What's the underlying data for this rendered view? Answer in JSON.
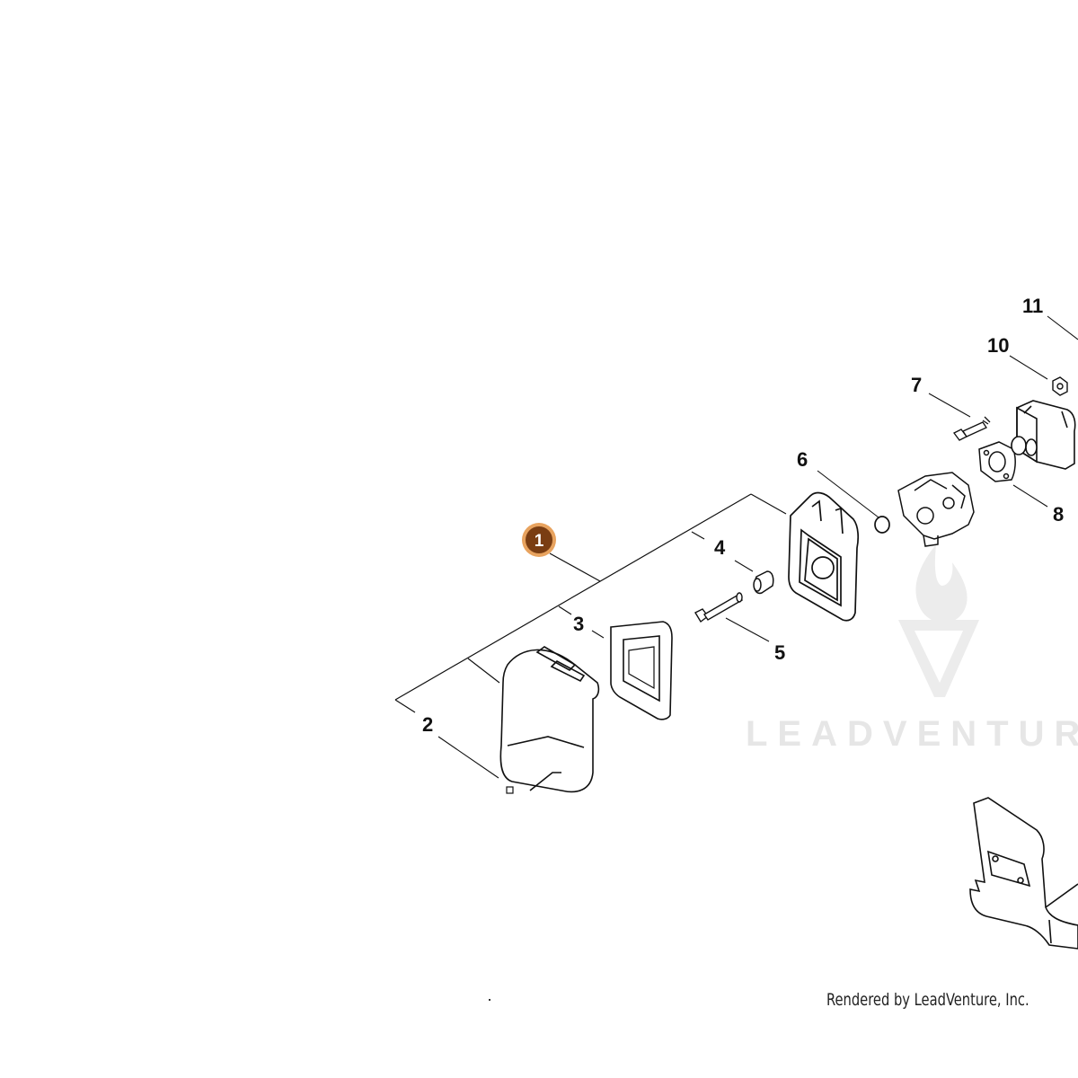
{
  "watermark": {
    "text": "LEADVENTURE"
  },
  "badge": {
    "number": "1"
  },
  "callouts": {
    "c2": "2",
    "c3": "3",
    "c4": "4",
    "c5": "5",
    "c6": "6",
    "c7": "7",
    "c8": "8",
    "c10": "10",
    "c11": "11"
  },
  "footer": {
    "credit": "Rendered by LeadVenture, Inc."
  },
  "colors": {
    "badge_fill": "#7a3d12",
    "badge_ring": "#e8a35f",
    "line": "#111111",
    "watermark": "#e6e6e6"
  }
}
